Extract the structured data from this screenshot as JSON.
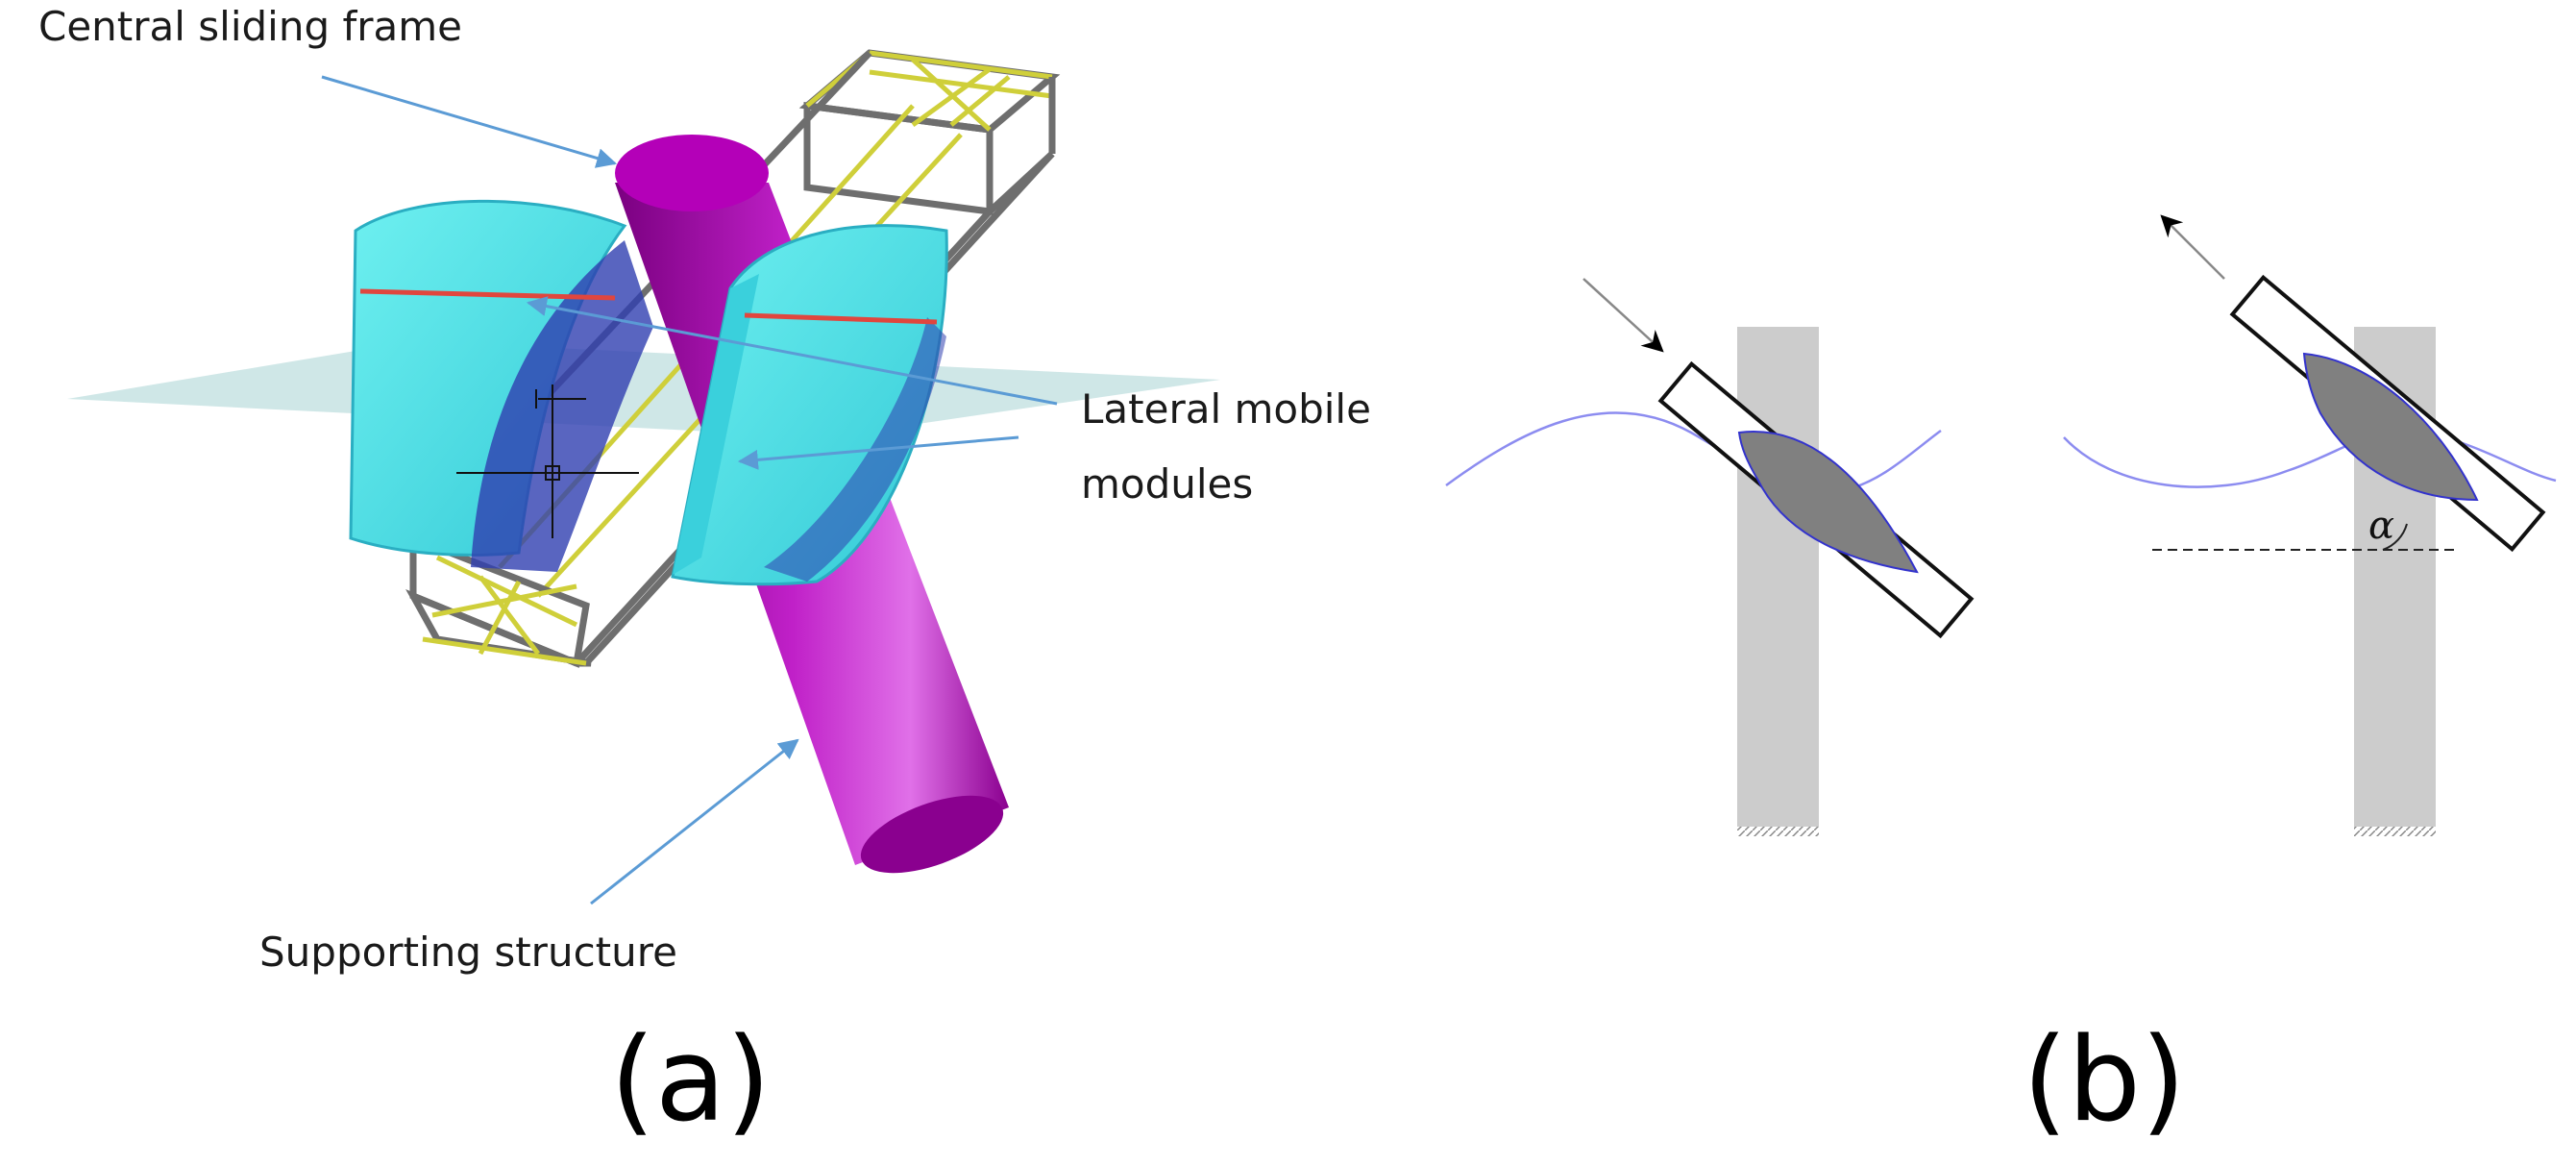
{
  "panel_a": {
    "caption": "(a)",
    "labels": {
      "central_frame": "Central sliding frame",
      "lateral_modules_line1": "Lateral mobile",
      "lateral_modules_line2": "modules",
      "supporting_structure": "Supporting structure"
    }
  },
  "panel_b": {
    "caption": "(b)",
    "angle_symbol": "α"
  },
  "colors": {
    "cylinder": "#a000a6",
    "cylinder_top": "#b400b8",
    "module": "#48e4e4",
    "module_dark": "#2aaec2",
    "disc_blue": "#2f3fb0",
    "plane": "#a7d4d4",
    "frame_yellow": "#cfcf3a",
    "frame_gray": "#6e6e6e",
    "arrow_blue": "#5b9bd5",
    "red_line": "#e0463e",
    "support_gray": "#cccccc",
    "section_gray": "#808080",
    "wave_blue": "#8c8cf0"
  }
}
